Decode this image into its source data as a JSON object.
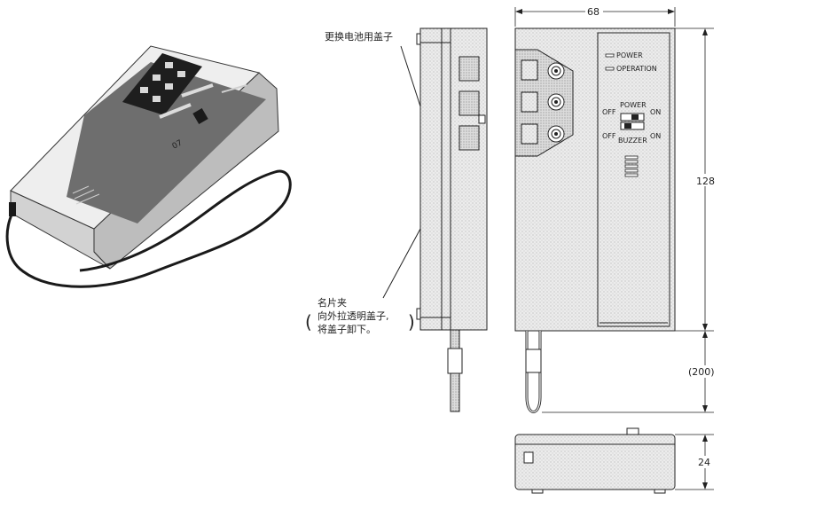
{
  "photo_device": {
    "panel_marks": [
      "07"
    ]
  },
  "callouts": {
    "battery_cover": "更换电池用盖子",
    "card_clip_line1": "名片夹",
    "card_clip_line2": "向外拉透明盖子,",
    "card_clip_line3": "将盖子卸下。",
    "paren_open": "(",
    "paren_close": ")"
  },
  "front_panel": {
    "indicator_power": "POWER",
    "indicator_operation": "OPERATION",
    "switch_power_label": "POWER",
    "switch_buzzer_label": "BUZZER",
    "off_1": "OFF",
    "on_1": "ON",
    "off_2": "OFF",
    "on_2": "ON"
  },
  "dimensions": {
    "width": "68",
    "height": "128",
    "cord_length": "(200)",
    "depth": "24"
  },
  "colors": {
    "line": "#222222",
    "panel_dark": "#6e6e6e",
    "body_light": "#e4e4e4",
    "background": "#ffffff"
  }
}
